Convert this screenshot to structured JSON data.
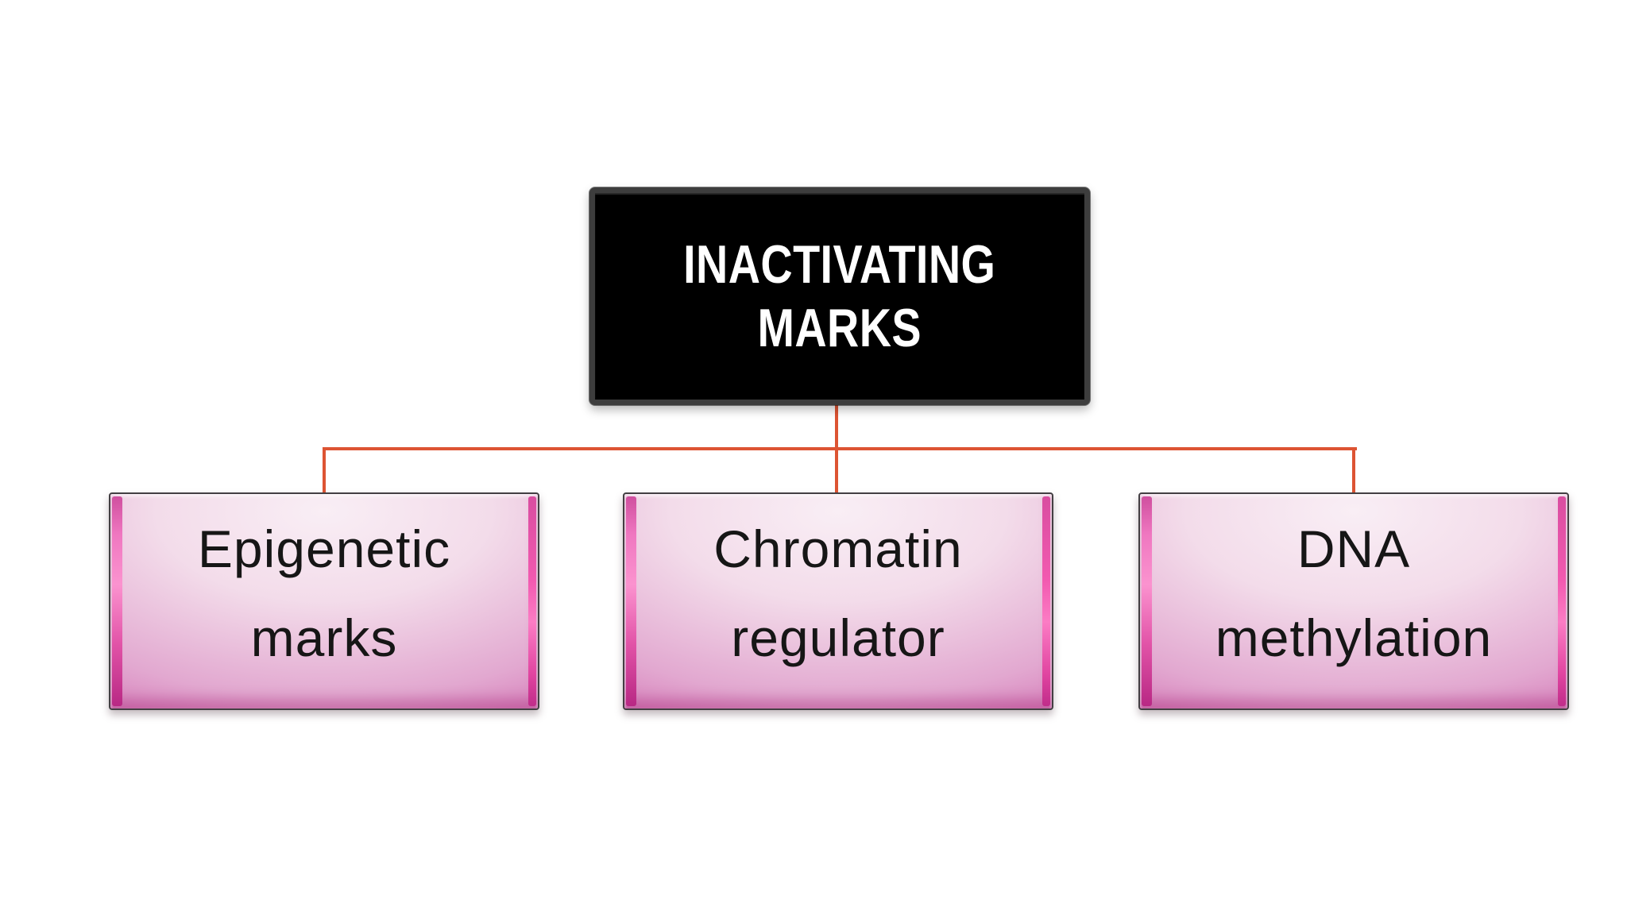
{
  "diagram": {
    "root": {
      "id": "inactivating-marks",
      "lines": [
        "INACTIVATING",
        "MARKS"
      ]
    },
    "children": [
      {
        "id": "epigenetic-marks",
        "lines": [
          "Epigenetic",
          "marks"
        ]
      },
      {
        "id": "chromatin-regulator",
        "lines": [
          "Chromatin",
          "regulator"
        ]
      },
      {
        "id": "dna-methylation",
        "lines": [
          "DNA",
          "methylation"
        ]
      }
    ],
    "colors": {
      "background": "#ffffff",
      "connector": "#dd5433",
      "root_fill": "#000000",
      "root_border": "#3d3d3d",
      "root_text": "#ffffff",
      "child_gradient_light": "#f7e9f2",
      "child_gradient_deep": "#c3278b",
      "child_bevel_highlight": "#fb93cf",
      "child_border": "#433f43",
      "child_text": "#161616"
    }
  }
}
